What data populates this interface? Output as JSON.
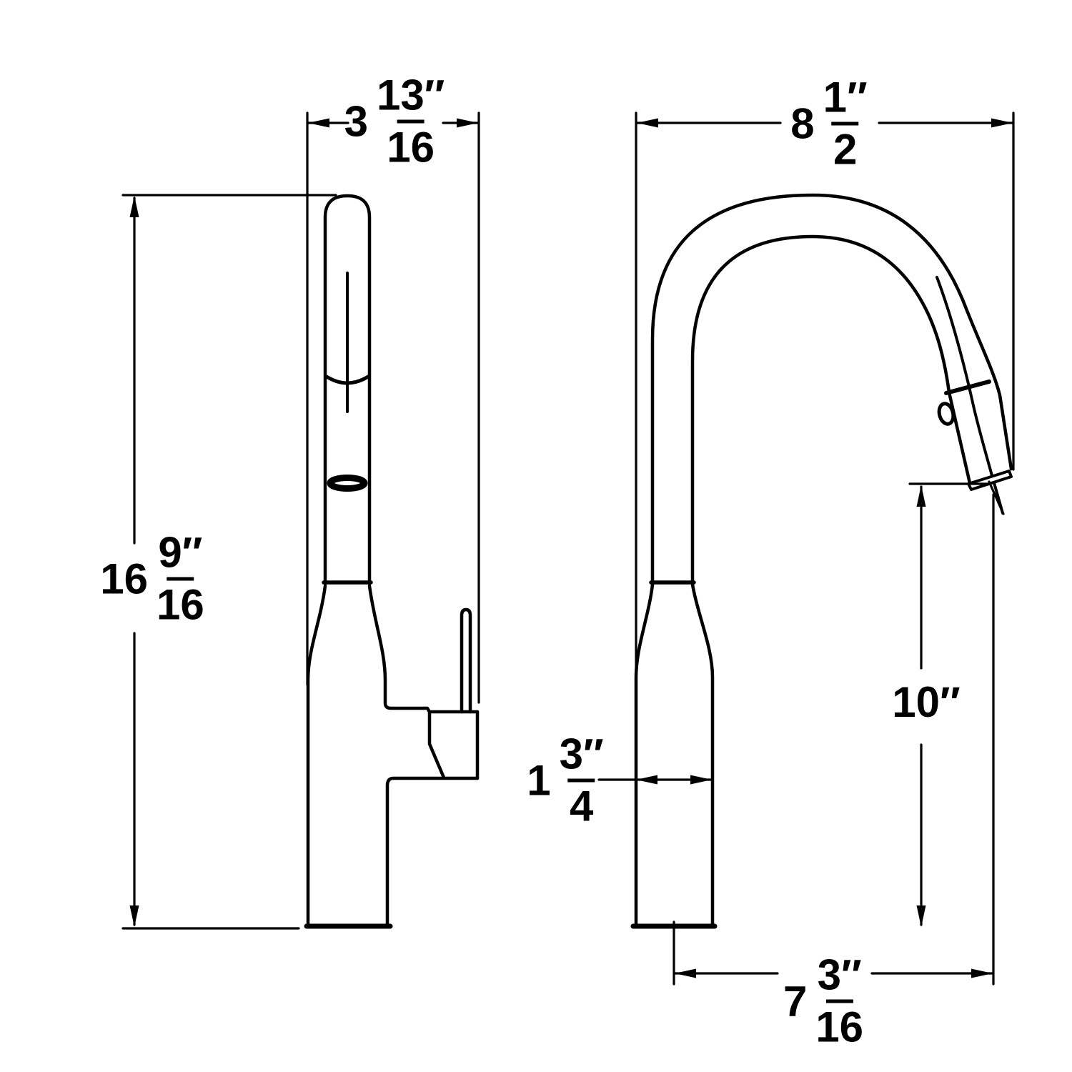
{
  "page": {
    "background_color": "#ffffff",
    "line_color": "#000000",
    "content": "faucet-technical-dimension-drawing"
  },
  "dimensions": {
    "top_left": {
      "whole": "3",
      "numerator": "13″",
      "denominator": "16"
    },
    "left": {
      "whole": "16",
      "numerator": "9″",
      "denominator": "16"
    },
    "top_right": {
      "whole": "8",
      "numerator": "1″",
      "denominator": "2"
    },
    "right": {
      "value": "10″"
    },
    "middle": {
      "whole": "1",
      "numerator": "3″",
      "denominator": "4"
    },
    "bottom_right": {
      "whole": "7",
      "numerator": "3″",
      "denominator": "16"
    }
  }
}
